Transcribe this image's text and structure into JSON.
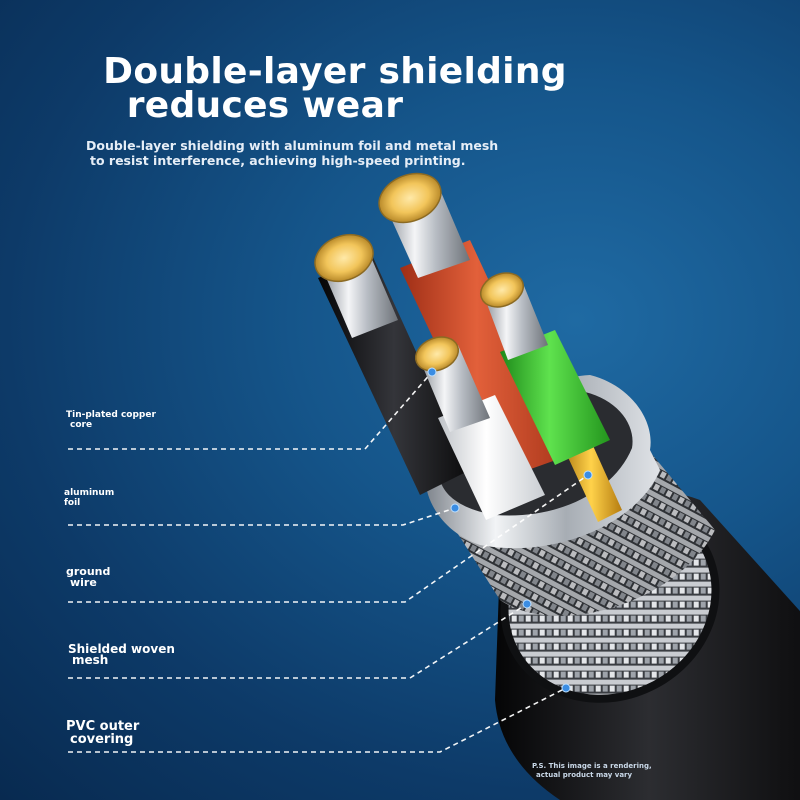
{
  "headline": {
    "line1": "Double-layer shielding",
    "line2": "reduces wear"
  },
  "subtitle": {
    "line1": "Double-layer shielding with aluminum foil and metal mesh",
    "line2": "to resist interference, achieving high-speed printing."
  },
  "labels": {
    "core": [
      "Tin-plated copper",
      "core"
    ],
    "foil": [
      "aluminum",
      "foil"
    ],
    "ground": [
      "ground",
      "wire"
    ],
    "mesh": [
      "Shielded woven",
      "mesh"
    ],
    "pvc": [
      "PVC outer",
      "covering"
    ]
  },
  "disclaimer": {
    "line1": "P.S. This image is a rendering,",
    "line2": "actual product may vary"
  },
  "colors": {
    "background": "#15558a",
    "wire_black": "#1b1b1d",
    "wire_red": "#d9502e",
    "wire_green": "#39c12f",
    "wire_white": "#f2f2f2",
    "ground_wire": "#f2b21a",
    "jacket": "#141416",
    "marker": "#3b8de3"
  }
}
